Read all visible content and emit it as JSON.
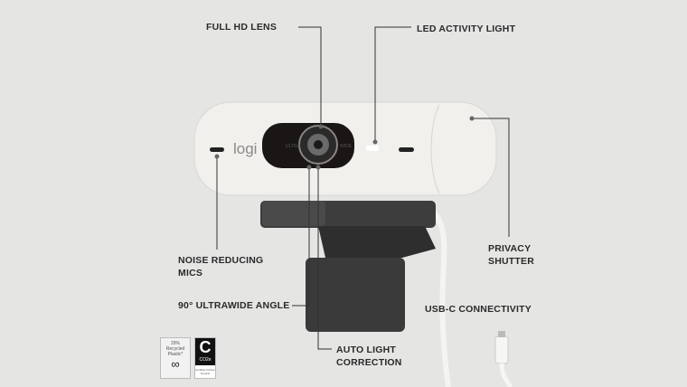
{
  "product": {
    "logo_text": "logi",
    "lens_ring_text": [
      "ULTRA",
      "WIDE"
    ]
  },
  "callouts": {
    "full_hd_lens": "FULL HD LENS",
    "led_activity_light": "LED ACTIVITY LIGHT",
    "privacy_shutter": [
      "PRIVACY",
      "SHUTTER"
    ],
    "noise_reducing_mics": [
      "NOISE REDUCING",
      "MICS"
    ],
    "ultrawide_angle": "90° ULTRAWIDE ANGLE",
    "auto_light_correction": [
      "AUTO LIGHT",
      "CORRECTION"
    ],
    "usb_c_connectivity": "USB-C CONNECTIVITY"
  },
  "badges": {
    "recycled": [
      "29%",
      "Recycled",
      "Plastic*"
    ],
    "carbon": {
      "letter": "C",
      "sub": "CO2e",
      "caption": "Certified Carbon Neutral"
    }
  },
  "colors": {
    "background": "#e5e5e4",
    "body": "#f1f0ec",
    "stand": "#3a3a3a",
    "line": "#333333"
  }
}
